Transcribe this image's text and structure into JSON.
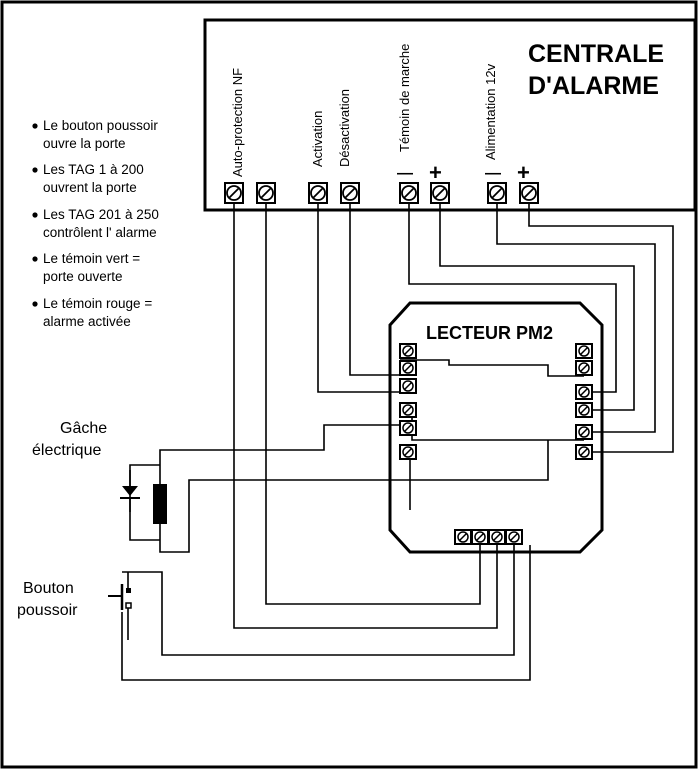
{
  "central": {
    "title_line1": "CENTRALE",
    "title_line2": "D'ALARME",
    "labels": [
      "Auto-protection NF",
      "Activation",
      "Désactivation",
      "Témoin de marche",
      "Alimentation 12v"
    ],
    "minus": "—",
    "plus": "+"
  },
  "notes": [
    {
      "line1": "Le bouton poussoir",
      "line2": "ouvre la porte"
    },
    {
      "line1": "Les TAG 1 à 200",
      "line2": "ouvrent la porte"
    },
    {
      "line1": "Les TAG 201 à 250",
      "line2": "contrôlent l' alarme"
    },
    {
      "line1": "Le témoin vert =",
      "line2": "porte ouverte"
    },
    {
      "line1": "Le témoin rouge =",
      "line2": "alarme activée"
    }
  ],
  "reader": {
    "title": "LECTEUR PM2"
  },
  "strike": {
    "line1": "Gâche",
    "line2": "électrique"
  },
  "button": {
    "line1": "Bouton",
    "line2": "poussoir"
  },
  "colors": {
    "ink": "#000000",
    "paper": "#ffffff"
  }
}
